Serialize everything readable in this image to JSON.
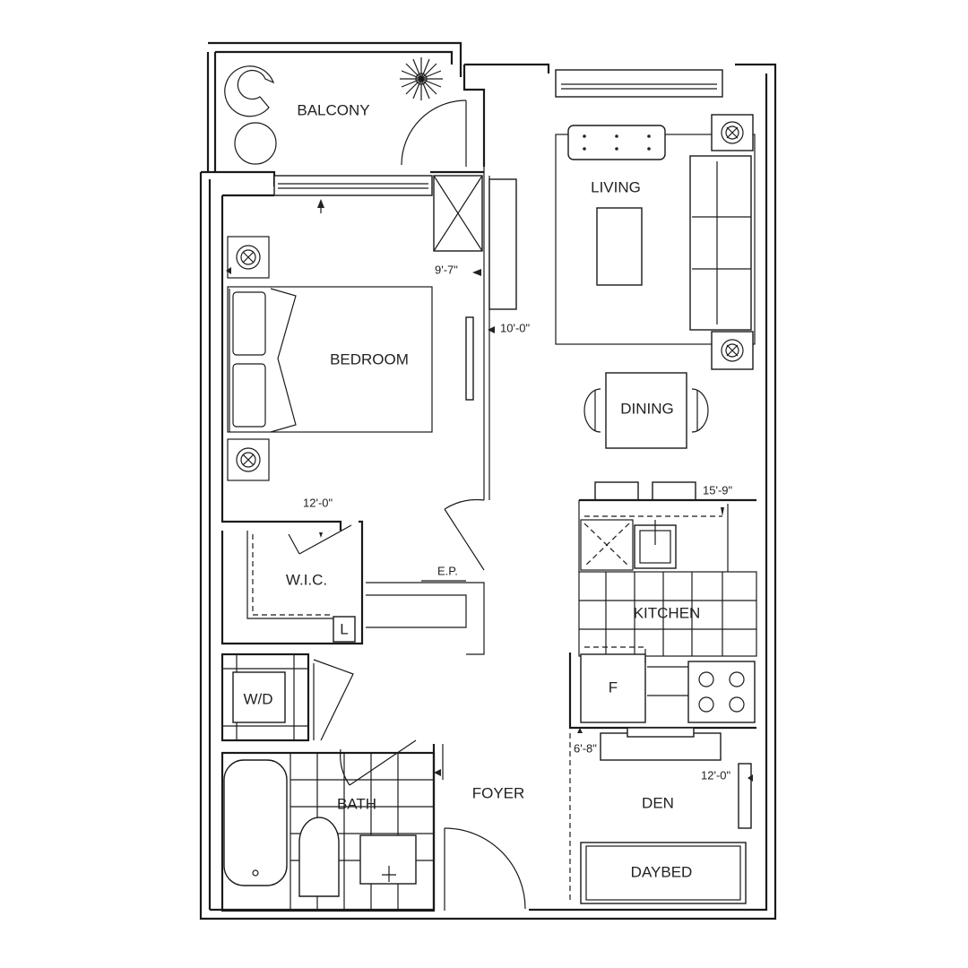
{
  "rooms": {
    "balcony": "BALCONY",
    "living": "LIVING",
    "bedroom": "BEDROOM",
    "dining": "DINING",
    "wic": "W.I.C.",
    "linen": "L",
    "ep": "E.P.",
    "kitchen": "KITCHEN",
    "fridge": "F",
    "wd": "W/D",
    "bath": "BATH",
    "foyer": "FOYER",
    "den": "DEN",
    "daybed": "DAYBED"
  },
  "dimensions": {
    "bedroom_width": "9'-7\"",
    "living_width": "10'-0\"",
    "bedroom_length": "12'-0\"",
    "living_length": "15'-9\"",
    "den_width": "6'-8\"",
    "den_length": "12'-0\""
  }
}
